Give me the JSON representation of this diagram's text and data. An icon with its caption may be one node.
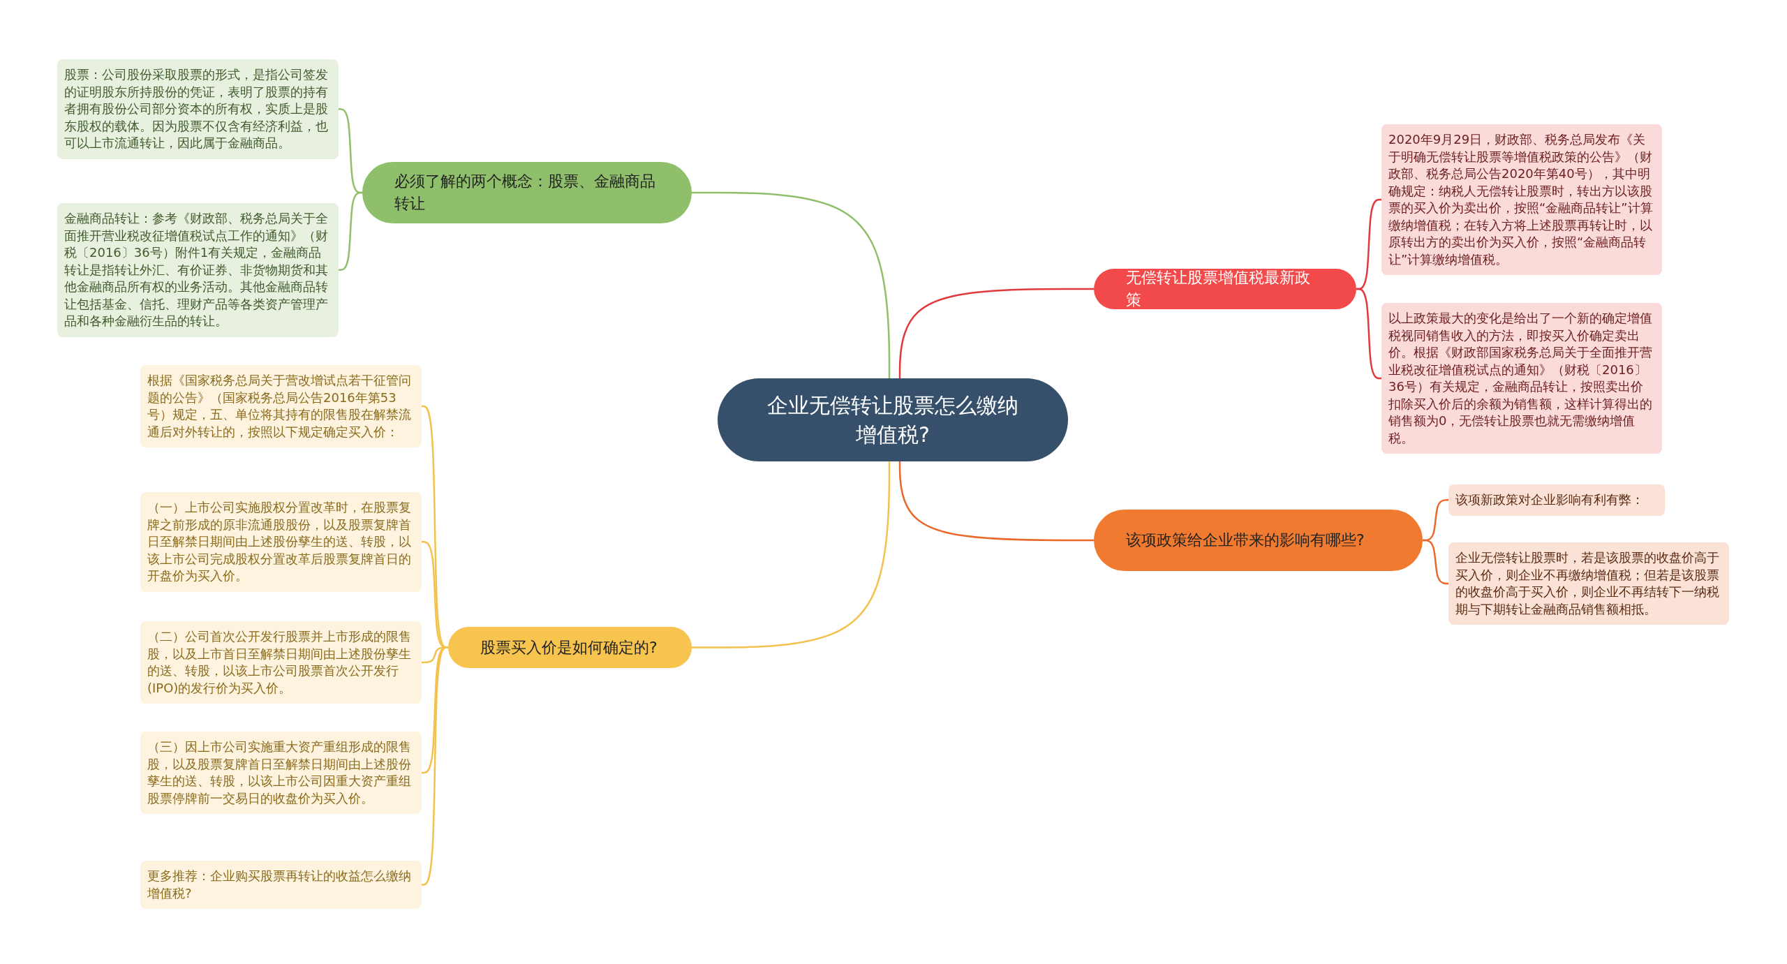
{
  "diagram": {
    "nodes": [
      {
        "text": [
          "企业无偿转让股票怎么缴纳增值税?"
        ]
      },
      {
        "text": [
          "必须了解的两个概念：股票、金融商品转让"
        ]
      },
      {
        "text": [
          "股票：公司股份采取股票的形式，是指公司签发的证明股东所持股份的凭证，表明了股票的持有者拥有股份公司部分资本的所有权，实质上是股东股权的载体。因为股票不仅含有经济利益，也可以上市流通转让，因此属于金融商品。"
        ]
      },
      {
        "text": [
          "金融商品转让：参考《财政部、税务总局关于全面推开营业税改征增值税试点工作的通知》（财税〔2016〕36号）附件1有关规定，金融商品转让是指转让外汇、有价证券、非货物期货和其他金融商品所有权的业务活动。其他金融商品转让包括基金、信托、理财产品等各类资产管理产品和各种金融衍生品的转让。"
        ]
      },
      {
        "text": [
          "无偿转让股票增值税最新政策"
        ]
      },
      {
        "text": [
          "2020年9月29日，财政部、税务总局发布《关于明确无偿转让股票等增值税政策的公告》（财政部、税务总局公告2020年第40号），其中明确规定：纳税人无偿转让股票时，转出方以该股票的买入价为卖出价，按照“金融商品转让”计算缴纳增值税；在转入方将上述股票再转让时，以原转出方的卖出价为买入价，按照“金融商品转让”计算缴纳增值税。"
        ]
      },
      {
        "text": [
          "以上政策最大的变化是给出了一个新的确定增值税视同销售收入的方法，即按买入价确定卖出价。根据《财政部国家税务总局关于全面推开营业税改征增值税试点的通知》（财税〔2016〕36号）有关规定，金融商品转让，按照卖出价扣除买入价后的余额为销售额，这样计算得出的销售额为0，无偿转让股票也就无需缴纳增值税。"
        ]
      },
      {
        "text": [
          "该项政策给企业带来的影响有哪些?"
        ]
      },
      {
        "text": [
          "该项新政策对企业影响有利有弊："
        ]
      },
      {
        "text": [
          "企业无偿转让股票时，若是该股票的收盘价高于买入价，则企业不再缴纳增值税；但若是该股票的收盘价高于买入价，则企业不再结转下一纳税期与下期转让金融商品销售额相抵。"
        ]
      },
      {
        "text": [
          "股票买入价是如何确定的?"
        ]
      },
      {
        "text": [
          "根据《国家税务总局关于营改增试点若干征管问题的公告》（国家税务总局公告2016年第53号）规定，五、单位将其持有的限售股在解禁流通后对外转让的，按照以下规定确定买入价："
        ]
      },
      {
        "text": [
          "（一）上市公司实施股权分置改革时，在股票复牌之前形成的原非流通股股份，以及股票复牌首日至解禁日期间由上述股份孳生的送、转股，以该上市公司完成股权分置改革后股票复牌首日的开盘价为买入价。"
        ]
      },
      {
        "text": [
          "（二）公司首次公开发行股票并上市形成的限售股，以及上市首日至解禁日期间由上述股份孳生的送、转股，以该上市公司股票首次公开发行(IPO)的发行价为买入价。"
        ]
      },
      {
        "text": [
          "（三）因上市公司实施重大资产重组形成的限售股，以及股票复牌首日至解禁日期间由上述股份孳生的送、转股，以该上市公司因重大资产重组股票停牌前一交易日的收盘价为买入价。"
        ]
      },
      {
        "text": [
          "更多推荐：企业购买股票再转让的收益怎么缴纳增值税?"
        ]
      }
    ],
    "edges": [
      {
        "from": 0,
        "to": 1,
        "arrow": "none",
        "color": "#8fbf6a"
      },
      {
        "from": 1,
        "to": 2,
        "arrow": "none",
        "color": "#8fbf6a"
      },
      {
        "from": 1,
        "to": 3,
        "arrow": "none",
        "color": "#8fbf6a"
      },
      {
        "from": 0,
        "to": 4,
        "arrow": "none",
        "color": "#e0393e"
      },
      {
        "from": 4,
        "to": 5,
        "arrow": "none",
        "color": "#e0393e"
      },
      {
        "from": 4,
        "to": 6,
        "arrow": "none",
        "color": "#e0393e"
      },
      {
        "from": 0,
        "to": 7,
        "arrow": "none",
        "color": "#e8692a"
      },
      {
        "from": 7,
        "to": 8,
        "arrow": "none",
        "color": "#e8692a"
      },
      {
        "from": 7,
        "to": 9,
        "arrow": "none",
        "color": "#e8692a"
      },
      {
        "from": 0,
        "to": 10,
        "arrow": "none",
        "color": "#f2c14e"
      },
      {
        "from": 10,
        "to": 11,
        "arrow": "none",
        "color": "#f2c14e"
      },
      {
        "from": 10,
        "to": 12,
        "arrow": "none",
        "color": "#f2c14e"
      },
      {
        "from": 10,
        "to": 13,
        "arrow": "none",
        "color": "#f2c14e"
      },
      {
        "from": 10,
        "to": 14,
        "arrow": "none",
        "color": "#f2c14e"
      },
      {
        "from": 10,
        "to": 15,
        "arrow": "none",
        "color": "#f2c14e"
      }
    ]
  }
}
